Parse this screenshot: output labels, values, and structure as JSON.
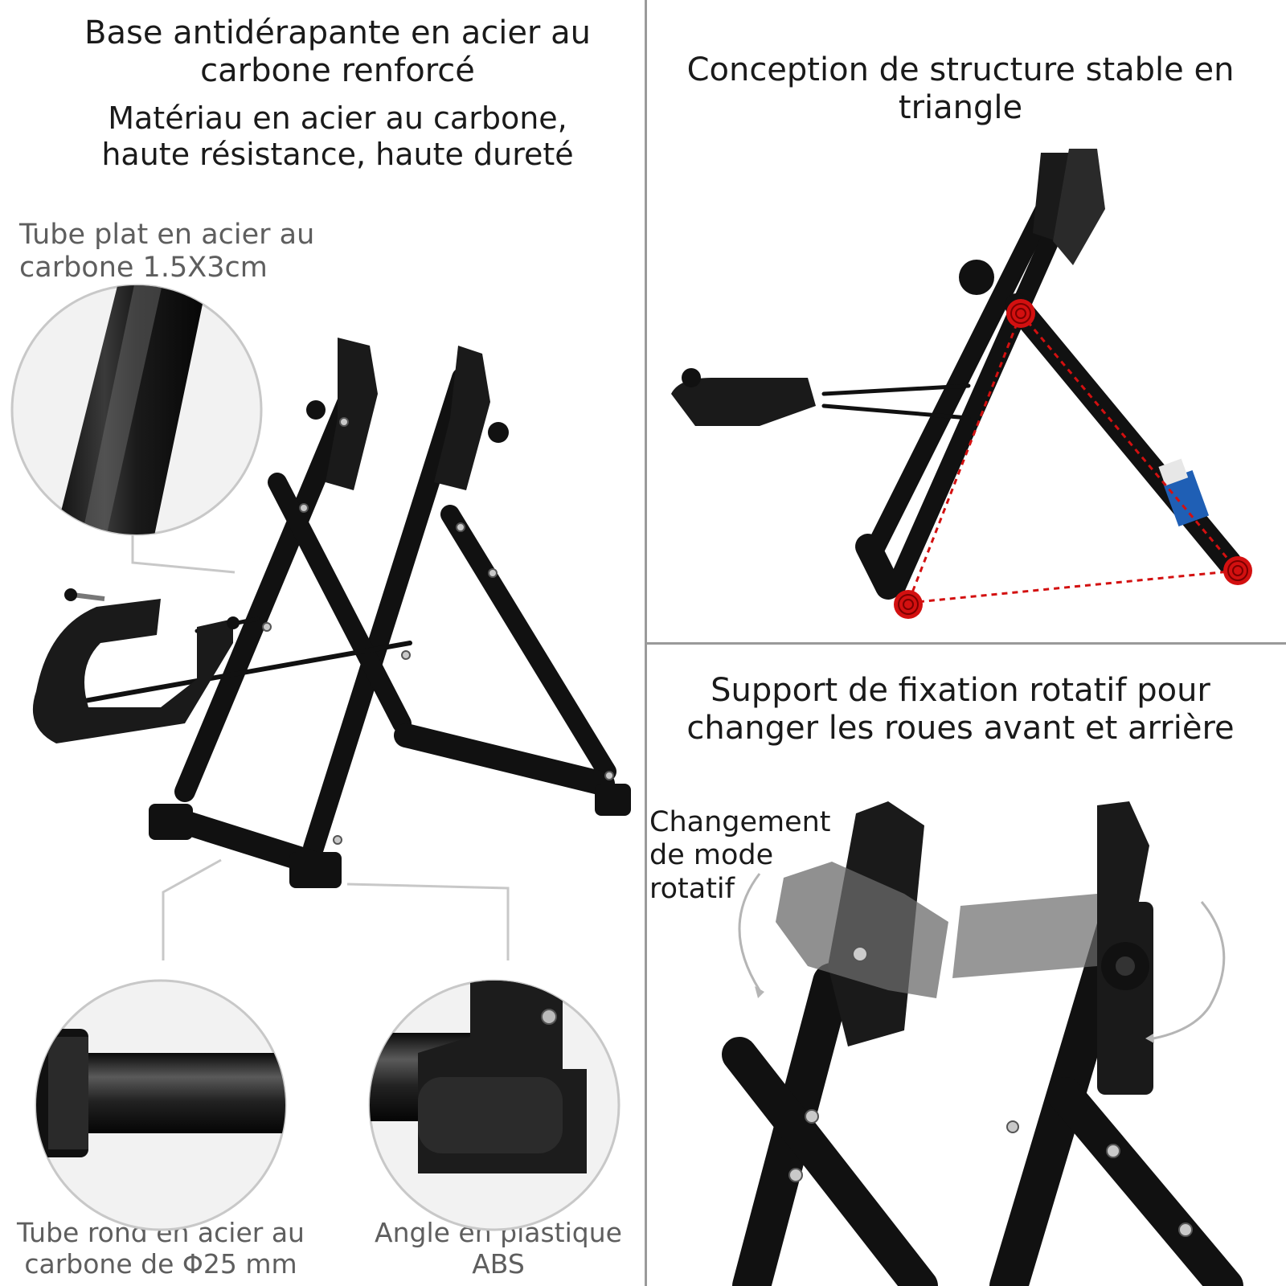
{
  "left_panel": {
    "title": "Base antidérapante en acier au carbone renforcé",
    "subtitle": "Matériau en acier au carbone, haute résistance, haute dureté",
    "flat_tube_label": "Tube plat en acier au carbone 1.5X3cm",
    "round_tube_label": "Tube rond en acier au carbone de Φ25 mm",
    "abs_corner_label": "Angle en plastique ABS"
  },
  "top_right_panel": {
    "title": "Conception de structure stable en triangle"
  },
  "bottom_right_panel": {
    "title": "Support de fixation rotatif pour changer les roues avant et arrière",
    "rotation_label": "Changement de mode rotatif"
  },
  "colors": {
    "frame": "#111111",
    "marker": "#d31010",
    "divider": "#9a9a9a",
    "label_gray": "#5e5e5e"
  }
}
